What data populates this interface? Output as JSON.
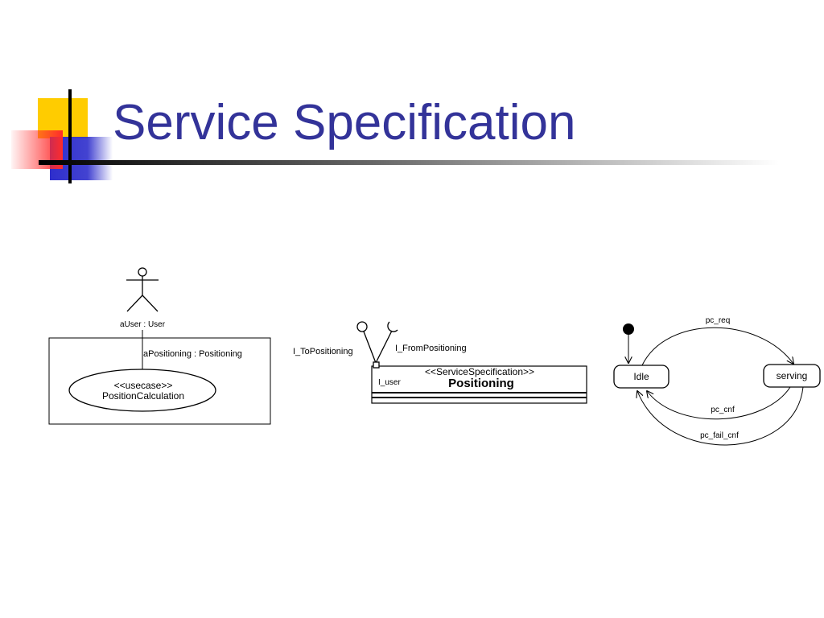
{
  "slide": {
    "title": "Service Specification"
  },
  "usecase_diagram": {
    "actor_label": "aUser : User",
    "part_label": "aPositioning : Positioning",
    "usecase_stereotype": "<<usecase>>",
    "usecase_name": "PositionCalculation"
  },
  "service_diagram": {
    "provided_interface": "I_ToPositioning",
    "required_interface": "I_FromPositioning",
    "port_label": "I_user",
    "stereotype": "<<ServiceSpecification>>",
    "name": "Positioning"
  },
  "state_diagram": {
    "states": [
      "Idle",
      "serving"
    ],
    "transitions": [
      {
        "label": "pc_req",
        "from": "Idle",
        "to": "serving"
      },
      {
        "label": "pc_cnf",
        "from": "serving",
        "to": "Idle"
      },
      {
        "label": "pc_fail_cnf",
        "from": "serving",
        "to": "Idle"
      }
    ]
  },
  "colors": {
    "title": "#333399",
    "deco_yellow": "#ffcc00",
    "deco_red": "#ff3333",
    "deco_blue": "#3333cc"
  }
}
